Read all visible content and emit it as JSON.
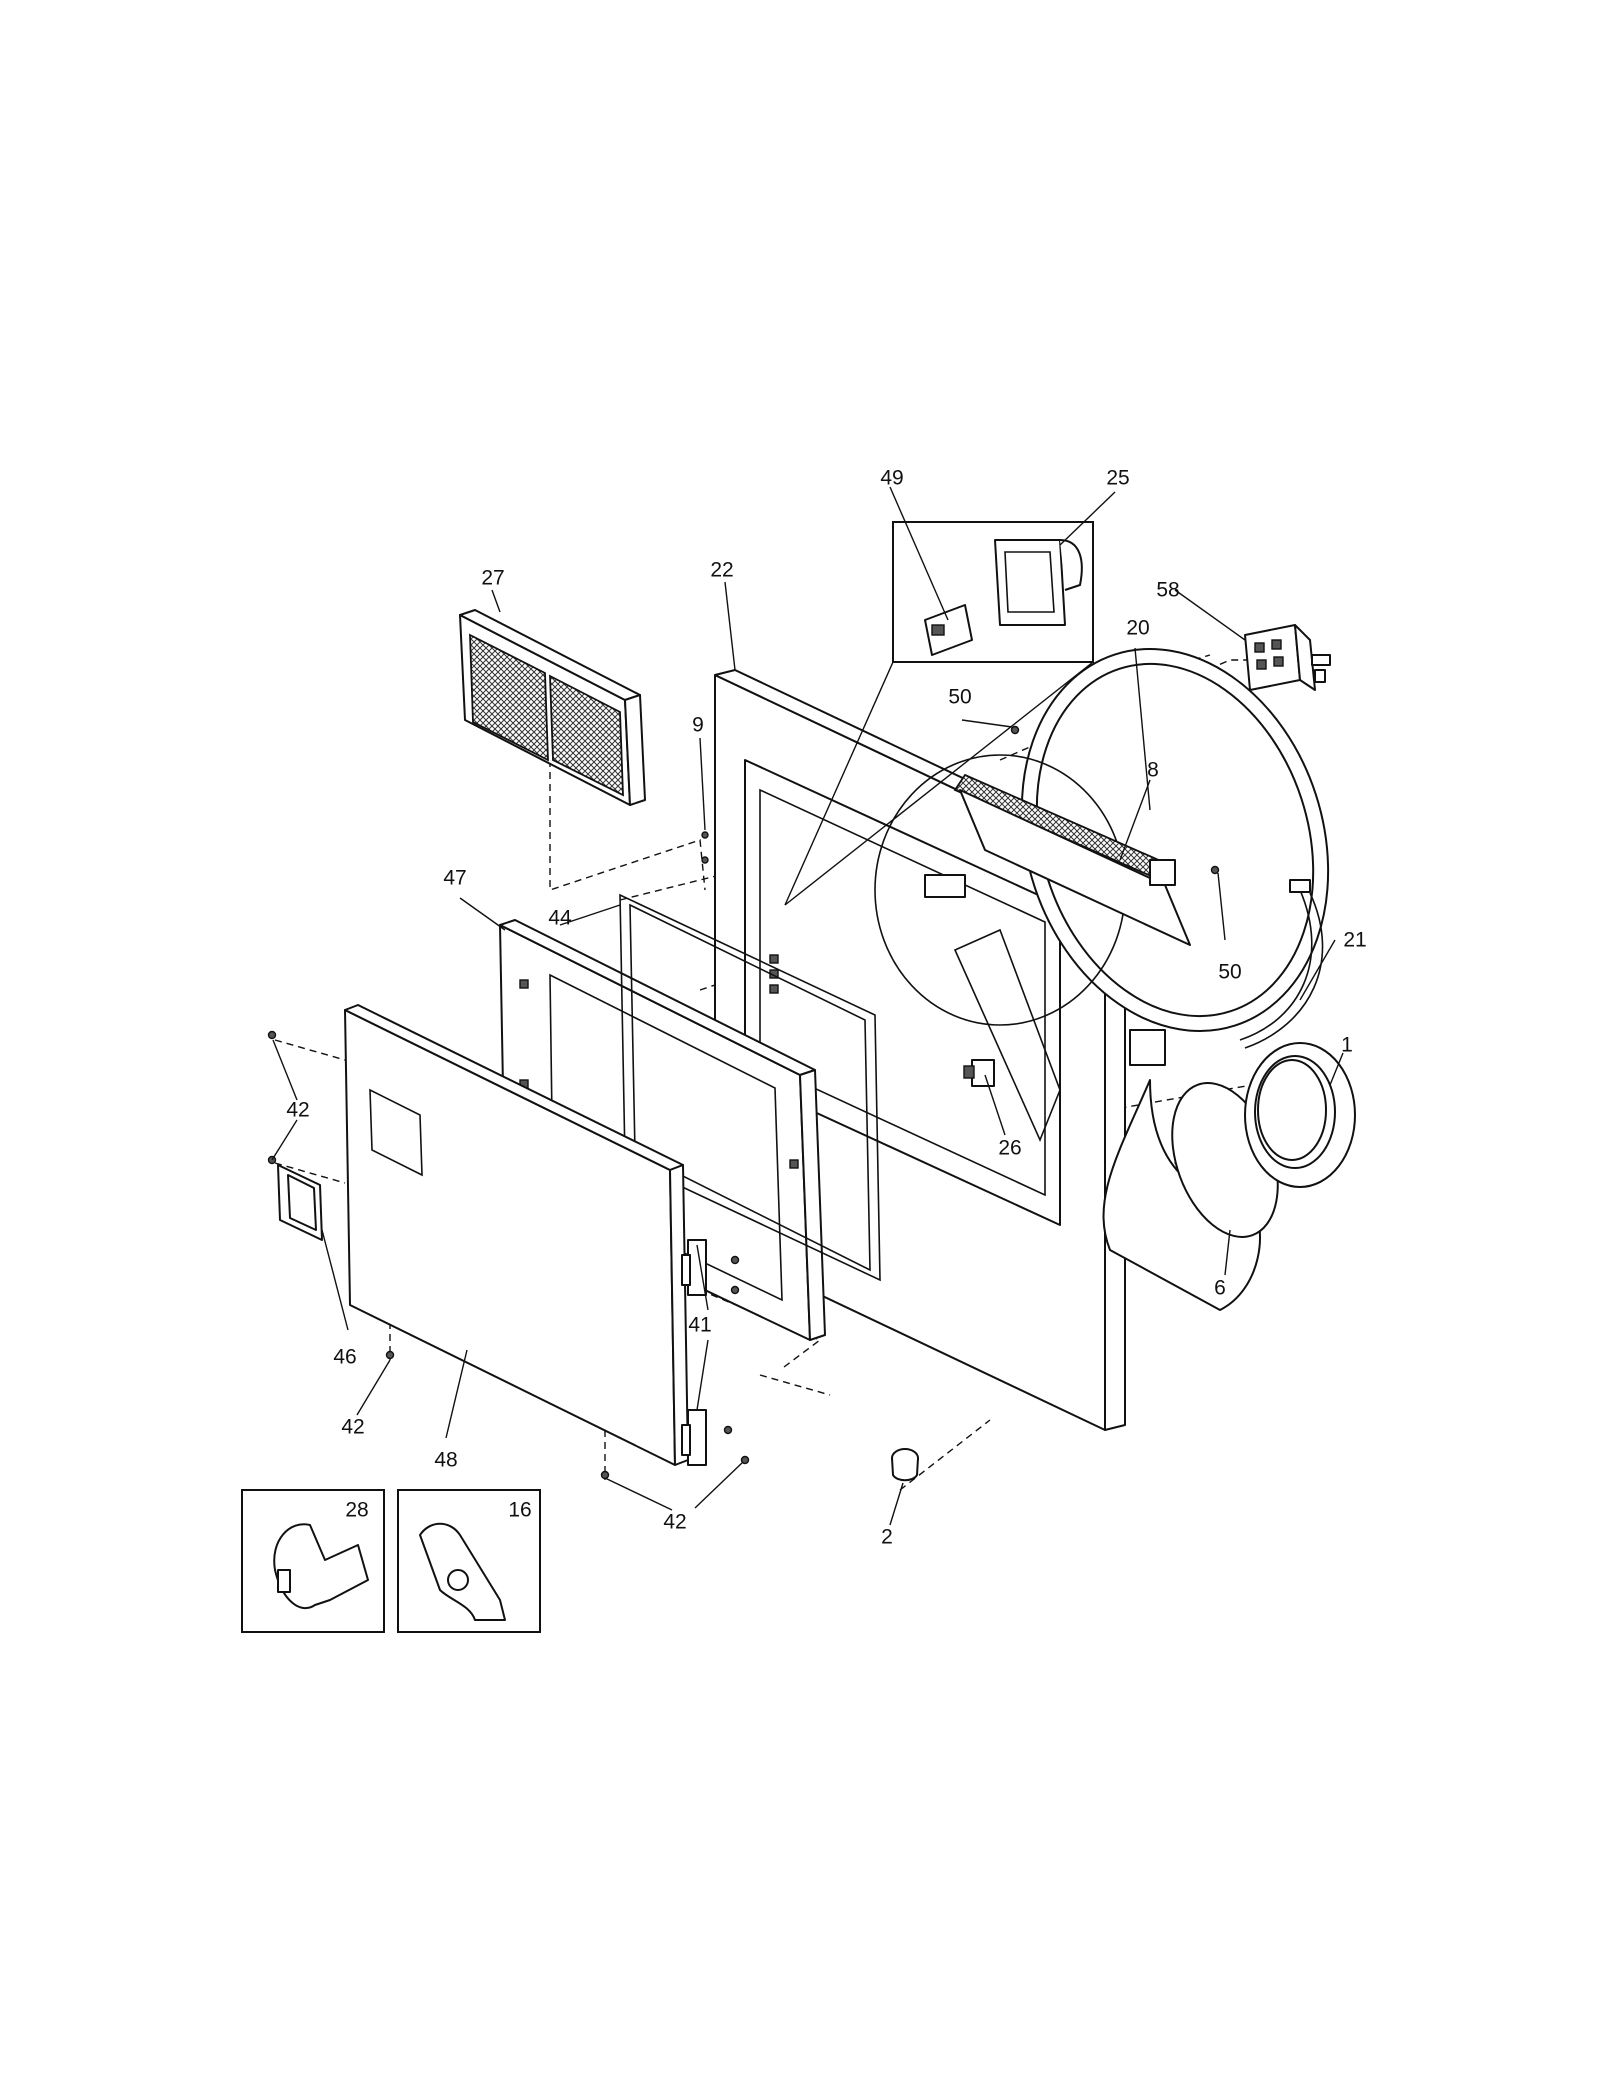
{
  "diagram": {
    "callouts": {
      "c1": "1",
      "c2": "2",
      "c6": "6",
      "c8": "8",
      "c9": "9",
      "c16": "16",
      "c20": "20",
      "c21": "21",
      "c22": "22",
      "c25": "25",
      "c26": "26",
      "c27": "27",
      "c28": "28",
      "c41": "41",
      "c42a": "42",
      "c42b": "42",
      "c42c": "42",
      "c44": "44",
      "c46": "46",
      "c47": "47",
      "c48": "48",
      "c49": "49",
      "c50a": "50",
      "c50b": "50",
      "c58": "58"
    }
  }
}
